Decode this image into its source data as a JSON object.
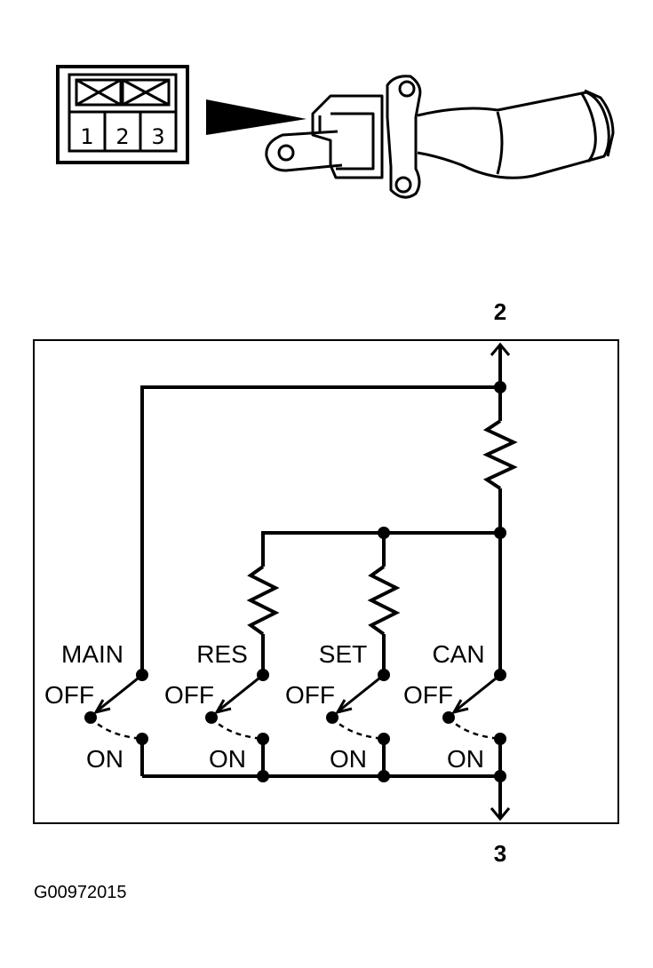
{
  "connector": {
    "pins": [
      "1",
      "2",
      "3"
    ]
  },
  "terminals": {
    "top": "2",
    "bottom": "3"
  },
  "switches": [
    {
      "name": "MAIN",
      "off": "OFF",
      "on": "ON"
    },
    {
      "name": "RES",
      "off": "OFF",
      "on": "ON"
    },
    {
      "name": "SET",
      "off": "OFF",
      "on": "ON"
    },
    {
      "name": "CAN",
      "off": "OFF",
      "on": "ON"
    }
  ],
  "figure_code": "G00972015"
}
